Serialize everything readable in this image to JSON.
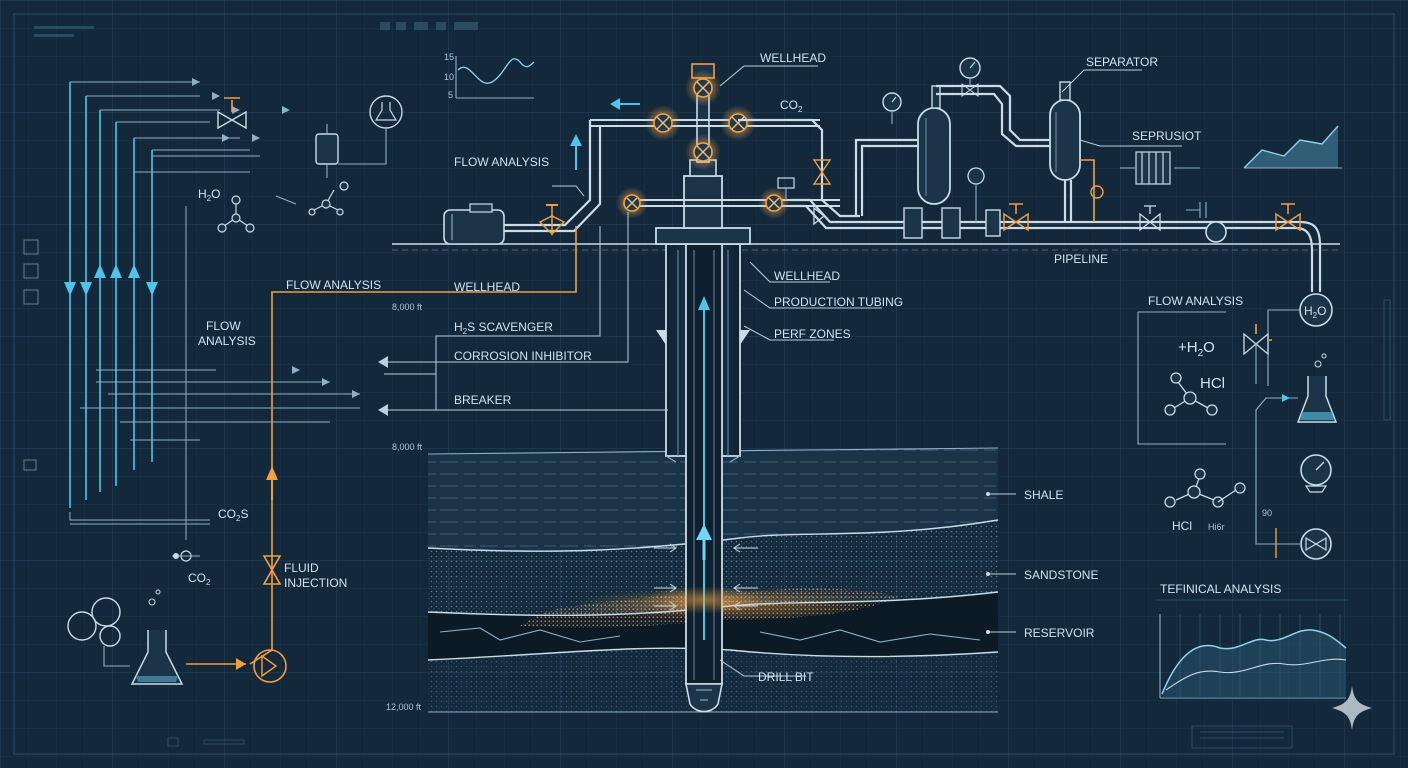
{
  "labels": {
    "wellhead_top": "WELLHEAD",
    "co2_top": "CO",
    "co2_sub": "2",
    "separator": "SEPARATOR",
    "sepruisiot": "SEPRUSIOT",
    "pipeline": "PIPELINE",
    "flow_analysis_top": "FLOW ANALYSIS",
    "flow_analysis_mid": "FLOW ANALYSIS",
    "wellhead_mid": "WELLHEAD",
    "flow_analysis_left_1": "FLOW",
    "flow_analysis_left_2": "ANALYSIS",
    "h2s_scavenger": "H",
    "h2s_sub": "2",
    "h2s_rest": "S SCAVENGER",
    "corrosion_inhibitor": "CORROSION INHIBITOR",
    "breaker": "BREAKER",
    "wellhead_right": "WELLHEAD",
    "production_tubing": "PRODUCTION TUBING",
    "perf_zones": "PERF ZONES",
    "shale": "SHALE",
    "sandstone": "SANDSTONE",
    "reservoir": "RESERVOIR",
    "drill_bit": "DRILL BIT",
    "fluid_injection_1": "FLUID",
    "fluid_injection_2": "INJECTION",
    "flow_analysis_right": "FLOW ANALYSIS",
    "plus_h2o": "+H",
    "plus_h2o_sub": "2",
    "plus_h2o_rest": "O",
    "hcl_1": "HCl",
    "hcl_2": "HCl",
    "hicr": "Hi6r",
    "h2o_left": "H",
    "h2o_left_sub": "2",
    "h2o_left_rest": "O",
    "co2s": "CO",
    "co2s_sub": "2",
    "co2s_rest": "S",
    "co2_bottom": "CO",
    "co2_bottom_sub": "2",
    "h2o_circle": "H",
    "h2o_circle_sub": "2",
    "h2o_circle_rest": "O",
    "technical_analysis": "TEFINICAL ANALYSIS",
    "depth_1": "8,000 ft",
    "depth_2": "8,000 ft",
    "depth_3": "12,000 ft",
    "tick_15": "15",
    "tick_10": "10",
    "tick_5": "5",
    "tick_90": "90"
  },
  "colors": {
    "background": "#13283a",
    "pipe": "#c9dce8",
    "accent_cyan": "#4fc3e8",
    "accent_orange": "#f0a040"
  }
}
